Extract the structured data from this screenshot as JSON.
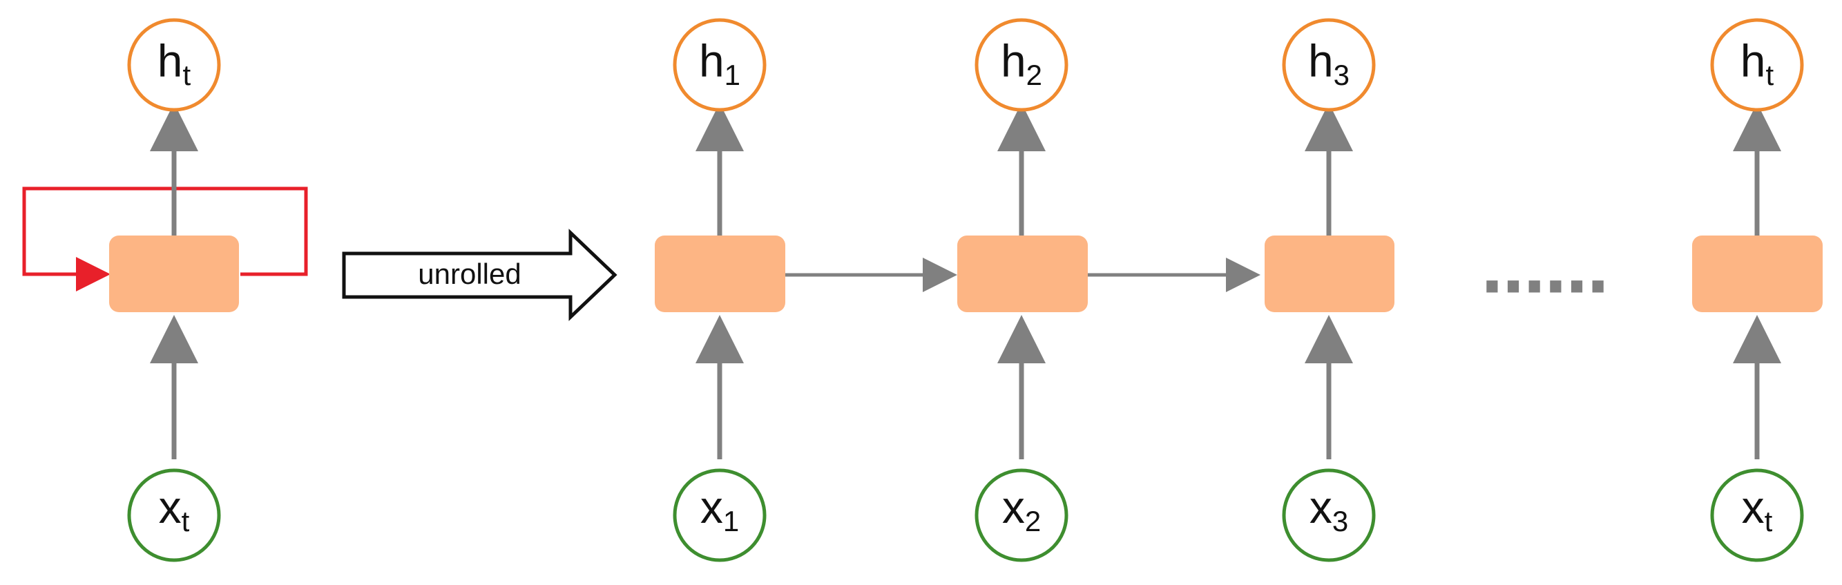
{
  "colors": {
    "cell_fill": "#FDB584",
    "output_stroke": "#F08A2E",
    "input_stroke": "#3E8E2F",
    "connector": "#808080",
    "loop": "#E8202A",
    "outline": "#111111"
  },
  "folded": {
    "output": {
      "base": "h",
      "sub": "t"
    },
    "input": {
      "base": "x",
      "sub": "t"
    }
  },
  "unroll_arrow": {
    "label": "unrolled"
  },
  "unrolled": [
    {
      "output": {
        "base": "h",
        "sub": "1"
      },
      "input": {
        "base": "x",
        "sub": "1"
      }
    },
    {
      "output": {
        "base": "h",
        "sub": "2"
      },
      "input": {
        "base": "x",
        "sub": "2"
      }
    },
    {
      "output": {
        "base": "h",
        "sub": "3"
      },
      "input": {
        "base": "x",
        "sub": "3"
      }
    },
    {
      "output": {
        "base": "h",
        "sub": "t"
      },
      "input": {
        "base": "x",
        "sub": "t"
      }
    }
  ],
  "ellipsis": "……"
}
